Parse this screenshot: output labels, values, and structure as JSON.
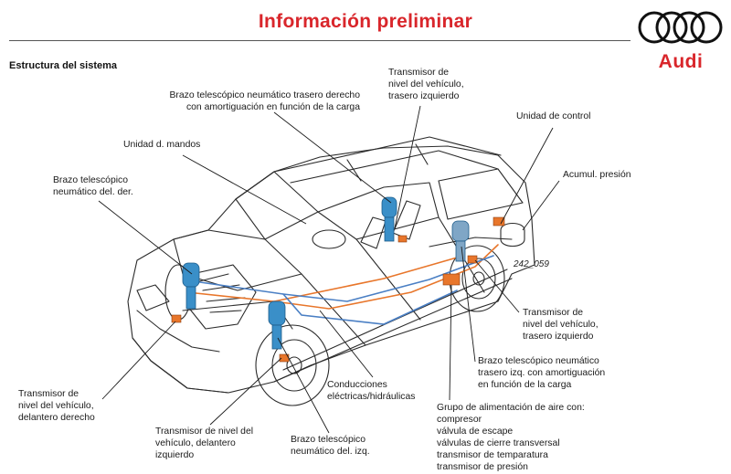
{
  "header": {
    "title": "Información preliminar",
    "brand": "Audi"
  },
  "section_title": "Estructura del sistema",
  "figure_code": "242_059",
  "labels": {
    "rear_right_strut": "Brazo telescópico neumático trasero derecho\ncon amortiguación en función de la carga",
    "level_sensor_rear_left_top": "Transmisor de\nnivel del vehículo,\ntrasero izquierdo",
    "control_unit": "Unidad de control",
    "operating_unit": "Unidad d. mandos",
    "pressure_accumulator": "Acumul. presión",
    "front_right_strut": "Brazo telescópico\nneumático del. der.",
    "level_sensor_rear_left": "Transmisor de\nnivel del vehículo,\ntrasero izquierdo",
    "rear_left_strut": "Brazo telescópico neumático\ntrasero izq. con amortiguación\nen función de la carga",
    "air_supply_unit": "Grupo de alimentación de aire con:\ncompresor\nválvula de escape\nválvulas de cierre transversal\ntransmisor de temparatura\ntransmisor de presión",
    "lines": "Conducciones\neléctricas/hidráulicas",
    "level_sensor_front_right": "Transmisor de\nnivel del vehículo,\ndelantero derecho",
    "level_sensor_front_left": "Transmisor de nivel del\nvehículo, delantero\nizquierdo",
    "front_left_strut": "Brazo telescópico\nneumático del. izq."
  },
  "colors": {
    "accent": "#d9262b",
    "strut": "#3a8fc8",
    "hydraulic": "#e8762b",
    "electric": "#4a7fc4"
  }
}
